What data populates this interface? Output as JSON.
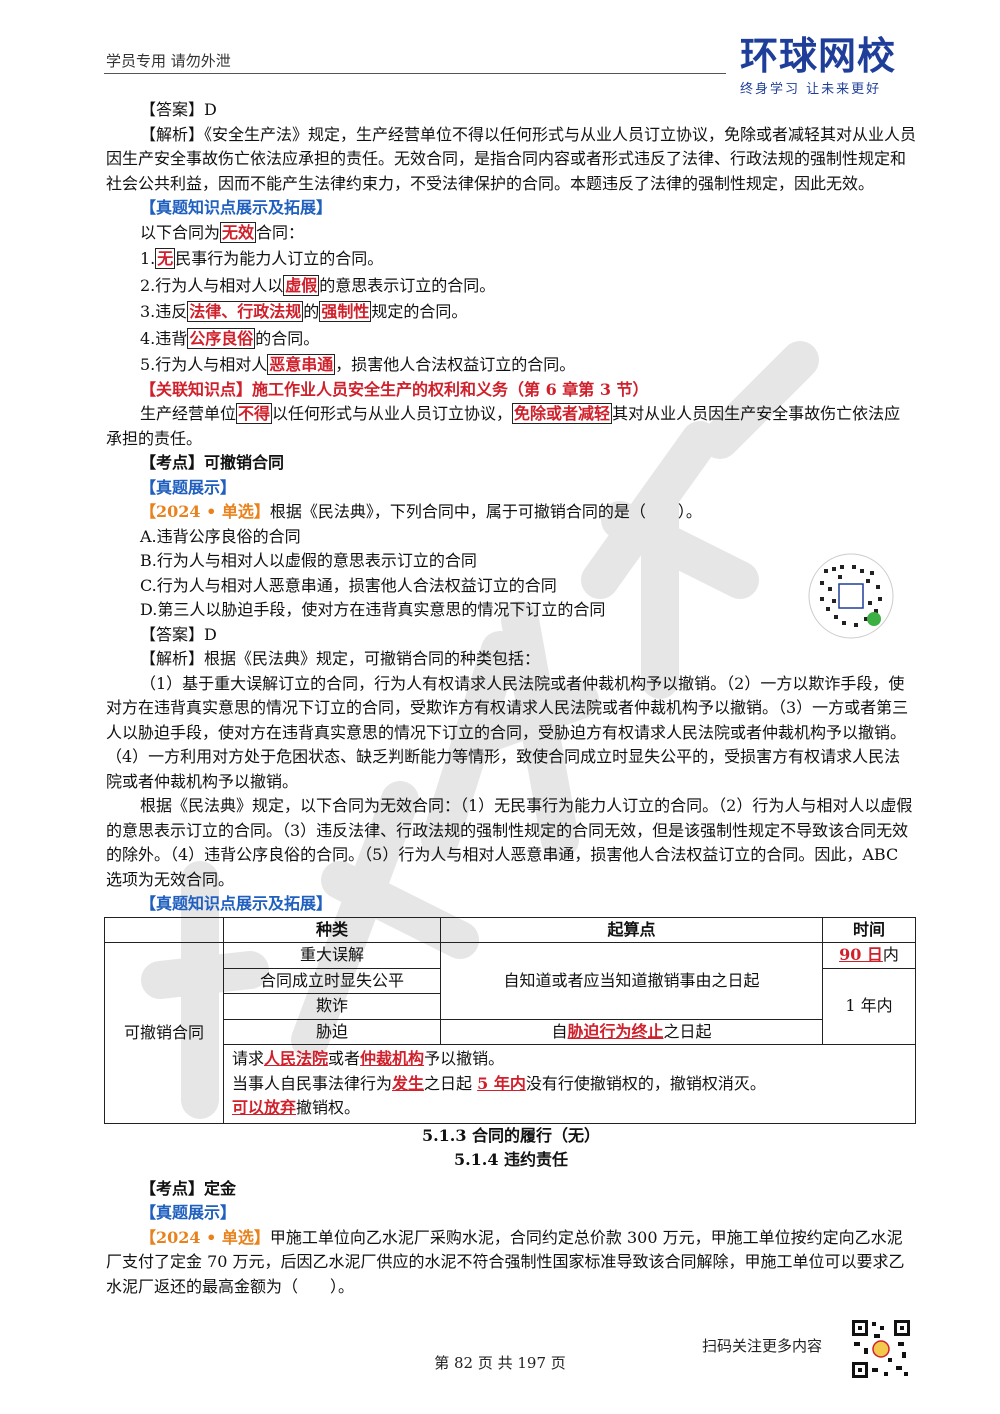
{
  "header": {
    "left_text": "学员专用 请勿外泄",
    "logo_brand": "环球网校",
    "logo_slogan": "终身学习 让未来更好"
  },
  "section1": {
    "answer": "【答案】D",
    "analysis": "【解析】《安全生产法》规定，生产经营单位不得以任何形式与从业人员订立协议，免除或者减轻其对从业人员因生产安全事故伤亡依法应承担的责任。无效合同，是指合同内容或者形式违反了法律、行政法规的强制性规定和社会公共利益，因而不能产生法律约束力，不受法律保护的合同。本题违反了法律的强制性规定，因此无效。",
    "kp_heading": "【真题知识点展示及拓展】",
    "intro_a": "以下合同为",
    "intro_b": "无效",
    "intro_c": "合同：",
    "i1_a": "1.",
    "i1_b": "无",
    "i1_c": "民事行为能力人订立的合同。",
    "i2_a": "2.行为人与相对人以",
    "i2_b": "虚假",
    "i2_c": "的意思表示订立的合同。",
    "i3_a": "3.违反",
    "i3_b": "法律、行政法规",
    "i3_c": "的",
    "i3_d": "强制性",
    "i3_e": "规定的合同。",
    "i4_a": "4.违背",
    "i4_b": "公序良俗",
    "i4_c": "的合同。",
    "i5_a": "5.行为人与相对人",
    "i5_b": "恶意串通",
    "i5_c": "，损害他人合法权益订立的合同。",
    "related": "【关联知识点】施工作业人员安全生产的权利和义务（第 6 章第 3 节）",
    "rel_a": "生产经营单位",
    "rel_b": "不得",
    "rel_c": "以任何形式与从业人员订立协议，",
    "rel_d": "免除或者减轻",
    "rel_e": "其对从业人员因生产安全事故伤亡依法应承担的责任。"
  },
  "section2": {
    "kaodian": "【考点】可撤销合同",
    "zhenti": "【真题展示】",
    "q_tag": "【2024 • 单选】",
    "q_text": "根据《民法典》，下列合同中，属于可撤销合同的是（　　）。",
    "options": [
      "A.违背公序良俗的合同",
      "B.行为人与相对人以虚假的意思表示订立的合同",
      "C.行为人与相对人恶意串通，损害他人合法权益订立的合同",
      "D.第三人以胁迫手段，使对方在违背真实意思的情况下订立的合同"
    ],
    "answer": "【答案】D",
    "analysis_head": "【解析】根据《民法典》规定，可撤销合同的种类包括：",
    "analysis_p1": "（1）基于重大误解订立的合同，行为人有权请求人民法院或者仲裁机构予以撤销。（2）一方以欺诈手段，使对方在违背真实意思的情况下订立的合同，受欺诈方有权请求人民法院或者仲裁机构予以撤销。（3）一方或者第三人以胁迫手段，使对方在违背真实意思的情况下订立的合同，受胁迫方有权请求人民法院或者仲裁机构予以撤销。（4）一方利用对方处于危困状态、缺乏判断能力等情形，致使合同成立时显失公平的，受损害方有权请求人民法院或者仲裁机构予以撤销。",
    "analysis_p2": "根据《民法典》规定，以下合同为无效合同：（1）无民事行为能力人订立的合同。（2）行为人与相对人以虚假的意思表示订立的合同。（3）违反法律、行政法规的强制性规定的合同无效，但是该强制性规定不导致该合同无效的除外。（4）违背公序良俗的合同。（5）行为人与相对人恶意串通，损害他人合法权益订立的合同。因此，ABC 选项为无效合同。",
    "kp_heading": "【真题知识点展示及拓展】"
  },
  "table": {
    "headers": [
      "种类",
      "起算点",
      "时间"
    ],
    "row_label": "可撤销合同",
    "types": [
      "重大误解",
      "合同成立时显失公平",
      "欺诈",
      "胁迫"
    ],
    "start_common": "自知道或者应当知道撤销事由之日起",
    "start_duress_a": "自",
    "start_duress_b": "胁迫行为终止",
    "start_duress_c": "之日起",
    "time_90_a": "90 日",
    "time_90_b": "内",
    "time_1y": "1 年内",
    "note1_a": "请求",
    "note1_b": "人民法院",
    "note1_c": "或者",
    "note1_d": "仲裁机构",
    "note1_e": "予以撤销。",
    "note2_a": "当事人自民事法律行为",
    "note2_b": "发生",
    "note2_c": "之日起 ",
    "note2_d": "5 年内",
    "note2_e": "没有行使撤销权的，撤销权消灭。",
    "note3_a": "可以放弃",
    "note3_b": "撤销权。"
  },
  "section3": {
    "title1": "5.1.3 合同的履行（无）",
    "title2": "5.1.4 违约责任",
    "kaodian": "【考点】定金",
    "zhenti": "【真题展示】",
    "q_tag": "【2024 • 单选】",
    "q_text": "甲施工单位向乙水泥厂采购水泥，合同约定总价款 300 万元，甲施工单位按约定向乙水泥厂支付了定金 70 万元，后因乙水泥厂供应的水泥不符合强制性国家标准导致该合同解除，甲施工单位可以要求乙水泥厂返还的最高金额为（　　）。"
  },
  "footer": {
    "qr_text": "扫码关注更多内容",
    "page": "第 82 页 共 197 页"
  },
  "colors": {
    "accent_blue": "#1f5fbf",
    "accent_red": "#d0202b",
    "accent_orange": "#e8821e",
    "brand_blue": "#1f3e99"
  }
}
